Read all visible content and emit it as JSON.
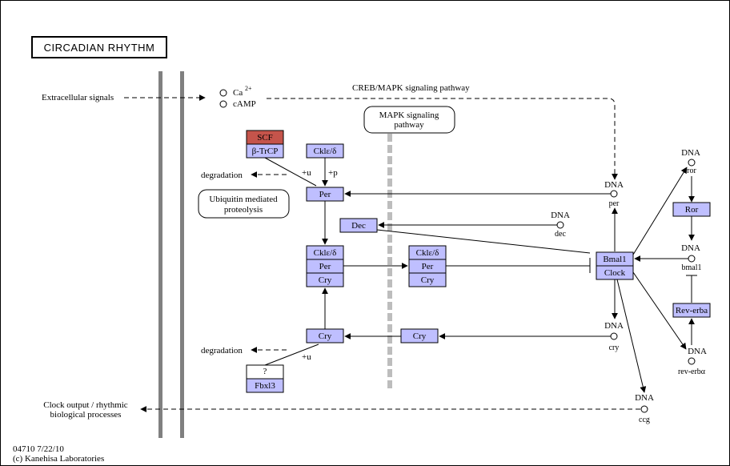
{
  "title": "CIRCADIAN RHYTHM",
  "footer": {
    "code_date": "04710 7/22/10",
    "copyright": "(c) Kanehisa Laboratories"
  },
  "labels": {
    "extracellular": "Extracellular signals",
    "ca": "Ca",
    "ca_sup": "2+",
    "camp": "cAMP",
    "creb": "CREB/MAPK signaling pathway",
    "mapk_line1": "MAPK signaling",
    "mapk_line2": "pathway",
    "degradation_top": "degradation",
    "degradation_bottom": "degradation",
    "ubiq_line1": "Ubiquitin mediated",
    "ubiq_line2": "proteolysis",
    "plus_u_top": "+u",
    "plus_p": "+p",
    "plus_u_bottom": "+u",
    "question": "?",
    "clock_output_line1": "Clock output / rhythmic",
    "clock_output_line2": "biological processes"
  },
  "genes": {
    "scf": "SCF",
    "btrcp": "β-TrCP",
    "ckle_top": "Cklε/δ",
    "per_top": "Per",
    "dec": "Dec",
    "ckle_mid": "Cklε/δ",
    "per_mid": "Per",
    "cry_mid": "Cry",
    "ckle_right": "Cklε/δ",
    "per_right": "Per",
    "cry_right": "Cry",
    "cry_low_left": "Cry",
    "cry_low_right": "Cry",
    "fbxl3": "Fbxl3",
    "bmal1": "Bmal1",
    "clock": "Clock",
    "ror": "Ror",
    "rev_erba": "Rev-erba"
  },
  "dna": {
    "per": {
      "label": "DNA",
      "gene": "per"
    },
    "dec": {
      "label": "DNA",
      "gene": "dec"
    },
    "cry": {
      "label": "DNA",
      "gene": "cry"
    },
    "ccg": {
      "label": "DNA",
      "gene": "ccg"
    },
    "ror": {
      "label": "DNA",
      "gene": "ror"
    },
    "bmal1": {
      "label": "DNA",
      "gene": "bmal1"
    },
    "rev_erba": {
      "label": "DNA",
      "gene": "rev-erbα"
    }
  },
  "colors": {
    "gene_fill": "#bfbfff",
    "highlight_fill": "#c5544b",
    "membrane": "#808080",
    "mapk_bar": "#bdbdbd"
  }
}
